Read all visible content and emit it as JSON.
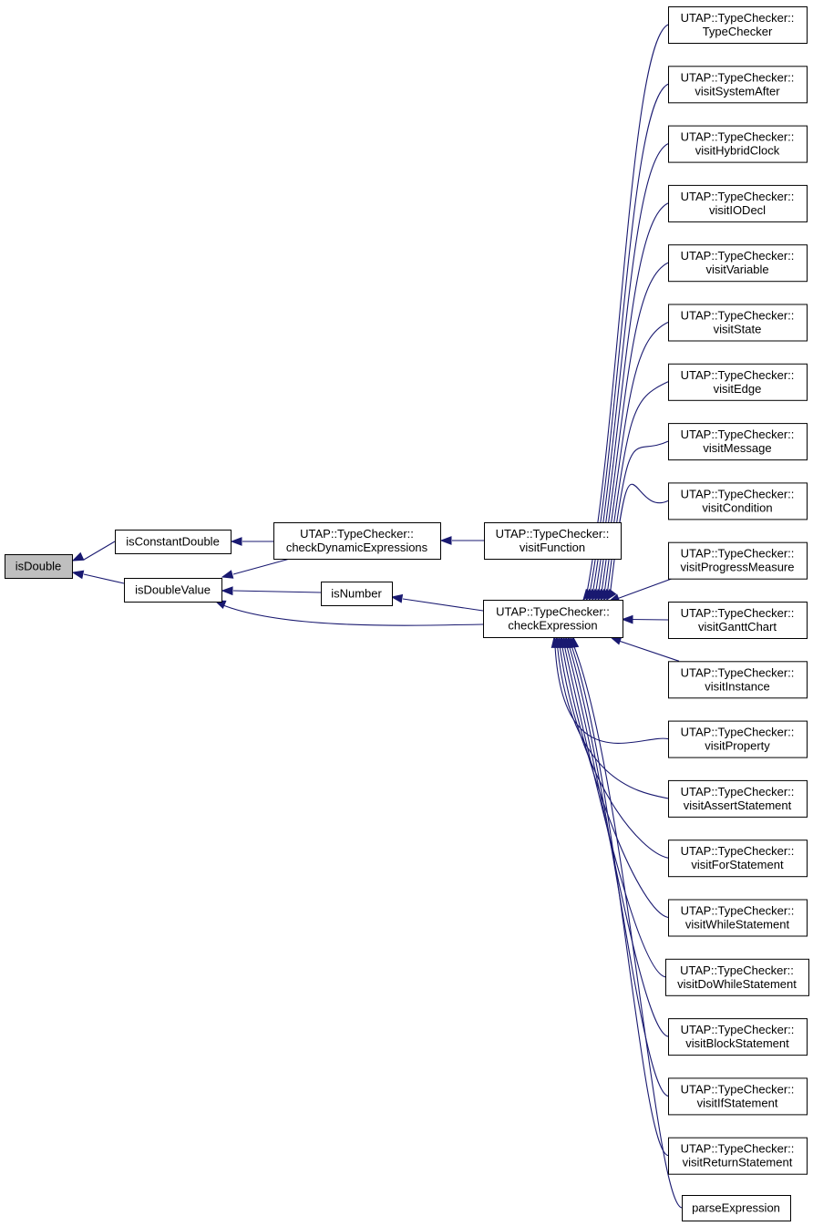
{
  "graph": {
    "type": "caller-graph",
    "edge_color": "#191970",
    "current_fill": "#bfbfbf",
    "nodes": [
      {
        "id": "isDouble",
        "lines": [
          "isDouble"
        ],
        "current": true,
        "clickable": false
      },
      {
        "id": "isConstantDouble",
        "lines": [
          "isConstantDouble"
        ]
      },
      {
        "id": "isDoubleValue",
        "lines": [
          "isDoubleValue"
        ]
      },
      {
        "id": "checkDynamicExpressions",
        "lines": [
          "UTAP::TypeChecker::",
          "checkDynamicExpressions"
        ]
      },
      {
        "id": "isNumber",
        "lines": [
          "isNumber"
        ]
      },
      {
        "id": "visitFunction",
        "lines": [
          "UTAP::TypeChecker::",
          "visitFunction"
        ]
      },
      {
        "id": "checkExpression",
        "lines": [
          "UTAP::TypeChecker::",
          "checkExpression"
        ]
      },
      {
        "id": "TypeChecker",
        "lines": [
          "UTAP::TypeChecker::",
          "TypeChecker"
        ]
      },
      {
        "id": "visitSystemAfter",
        "lines": [
          "UTAP::TypeChecker::",
          "visitSystemAfter"
        ]
      },
      {
        "id": "visitHybridClock",
        "lines": [
          "UTAP::TypeChecker::",
          "visitHybridClock"
        ]
      },
      {
        "id": "visitIODecl",
        "lines": [
          "UTAP::TypeChecker::",
          "visitIODecl"
        ]
      },
      {
        "id": "visitVariable",
        "lines": [
          "UTAP::TypeChecker::",
          "visitVariable"
        ]
      },
      {
        "id": "visitState",
        "lines": [
          "UTAP::TypeChecker::",
          "visitState"
        ]
      },
      {
        "id": "visitEdge",
        "lines": [
          "UTAP::TypeChecker::",
          "visitEdge"
        ]
      },
      {
        "id": "visitMessage",
        "lines": [
          "UTAP::TypeChecker::",
          "visitMessage"
        ]
      },
      {
        "id": "visitCondition",
        "lines": [
          "UTAP::TypeChecker::",
          "visitCondition"
        ]
      },
      {
        "id": "visitProgressMeasure",
        "lines": [
          "UTAP::TypeChecker::",
          "visitProgressMeasure"
        ]
      },
      {
        "id": "visitGanttChart",
        "lines": [
          "UTAP::TypeChecker::",
          "visitGanttChart"
        ]
      },
      {
        "id": "visitInstance",
        "lines": [
          "UTAP::TypeChecker::",
          "visitInstance"
        ]
      },
      {
        "id": "visitProperty",
        "lines": [
          "UTAP::TypeChecker::",
          "visitProperty"
        ]
      },
      {
        "id": "visitAssertStatement",
        "lines": [
          "UTAP::TypeChecker::",
          "visitAssertStatement"
        ]
      },
      {
        "id": "visitForStatement",
        "lines": [
          "UTAP::TypeChecker::",
          "visitForStatement"
        ]
      },
      {
        "id": "visitWhileStatement",
        "lines": [
          "UTAP::TypeChecker::",
          "visitWhileStatement"
        ]
      },
      {
        "id": "visitDoWhileStatement",
        "lines": [
          "UTAP::TypeChecker::",
          "visitDoWhileStatement"
        ]
      },
      {
        "id": "visitBlockStatement",
        "lines": [
          "UTAP::TypeChecker::",
          "visitBlockStatement"
        ]
      },
      {
        "id": "visitIfStatement",
        "lines": [
          "UTAP::TypeChecker::",
          "visitIfStatement"
        ]
      },
      {
        "id": "visitReturnStatement",
        "lines": [
          "UTAP::TypeChecker::",
          "visitReturnStatement"
        ]
      },
      {
        "id": "parseExpression",
        "lines": [
          "parseExpression"
        ]
      }
    ],
    "edges": [
      {
        "from": "isConstantDouble",
        "to": "isDouble"
      },
      {
        "from": "isDoubleValue",
        "to": "isDouble"
      },
      {
        "from": "checkDynamicExpressions",
        "to": "isConstantDouble"
      },
      {
        "from": "checkDynamicExpressions",
        "to": "isDoubleValue"
      },
      {
        "from": "isNumber",
        "to": "isDoubleValue"
      },
      {
        "from": "checkExpression",
        "to": "isDoubleValue"
      },
      {
        "from": "visitFunction",
        "to": "checkDynamicExpressions"
      },
      {
        "from": "checkExpression",
        "to": "isNumber"
      },
      {
        "from": "TypeChecker",
        "to": "checkExpression"
      },
      {
        "from": "visitSystemAfter",
        "to": "checkExpression"
      },
      {
        "from": "visitHybridClock",
        "to": "checkExpression"
      },
      {
        "from": "visitIODecl",
        "to": "checkExpression"
      },
      {
        "from": "visitVariable",
        "to": "checkExpression"
      },
      {
        "from": "visitState",
        "to": "checkExpression"
      },
      {
        "from": "visitEdge",
        "to": "checkExpression"
      },
      {
        "from": "visitMessage",
        "to": "checkExpression"
      },
      {
        "from": "visitCondition",
        "to": "checkExpression"
      },
      {
        "from": "visitProgressMeasure",
        "to": "checkExpression"
      },
      {
        "from": "visitGanttChart",
        "to": "checkExpression"
      },
      {
        "from": "visitInstance",
        "to": "checkExpression"
      },
      {
        "from": "visitProperty",
        "to": "checkExpression"
      },
      {
        "from": "visitAssertStatement",
        "to": "checkExpression"
      },
      {
        "from": "visitForStatement",
        "to": "checkExpression"
      },
      {
        "from": "visitWhileStatement",
        "to": "checkExpression"
      },
      {
        "from": "visitDoWhileStatement",
        "to": "checkExpression"
      },
      {
        "from": "visitBlockStatement",
        "to": "checkExpression"
      },
      {
        "from": "visitIfStatement",
        "to": "checkExpression"
      },
      {
        "from": "visitReturnStatement",
        "to": "checkExpression"
      },
      {
        "from": "parseExpression",
        "to": "checkExpression"
      }
    ]
  }
}
